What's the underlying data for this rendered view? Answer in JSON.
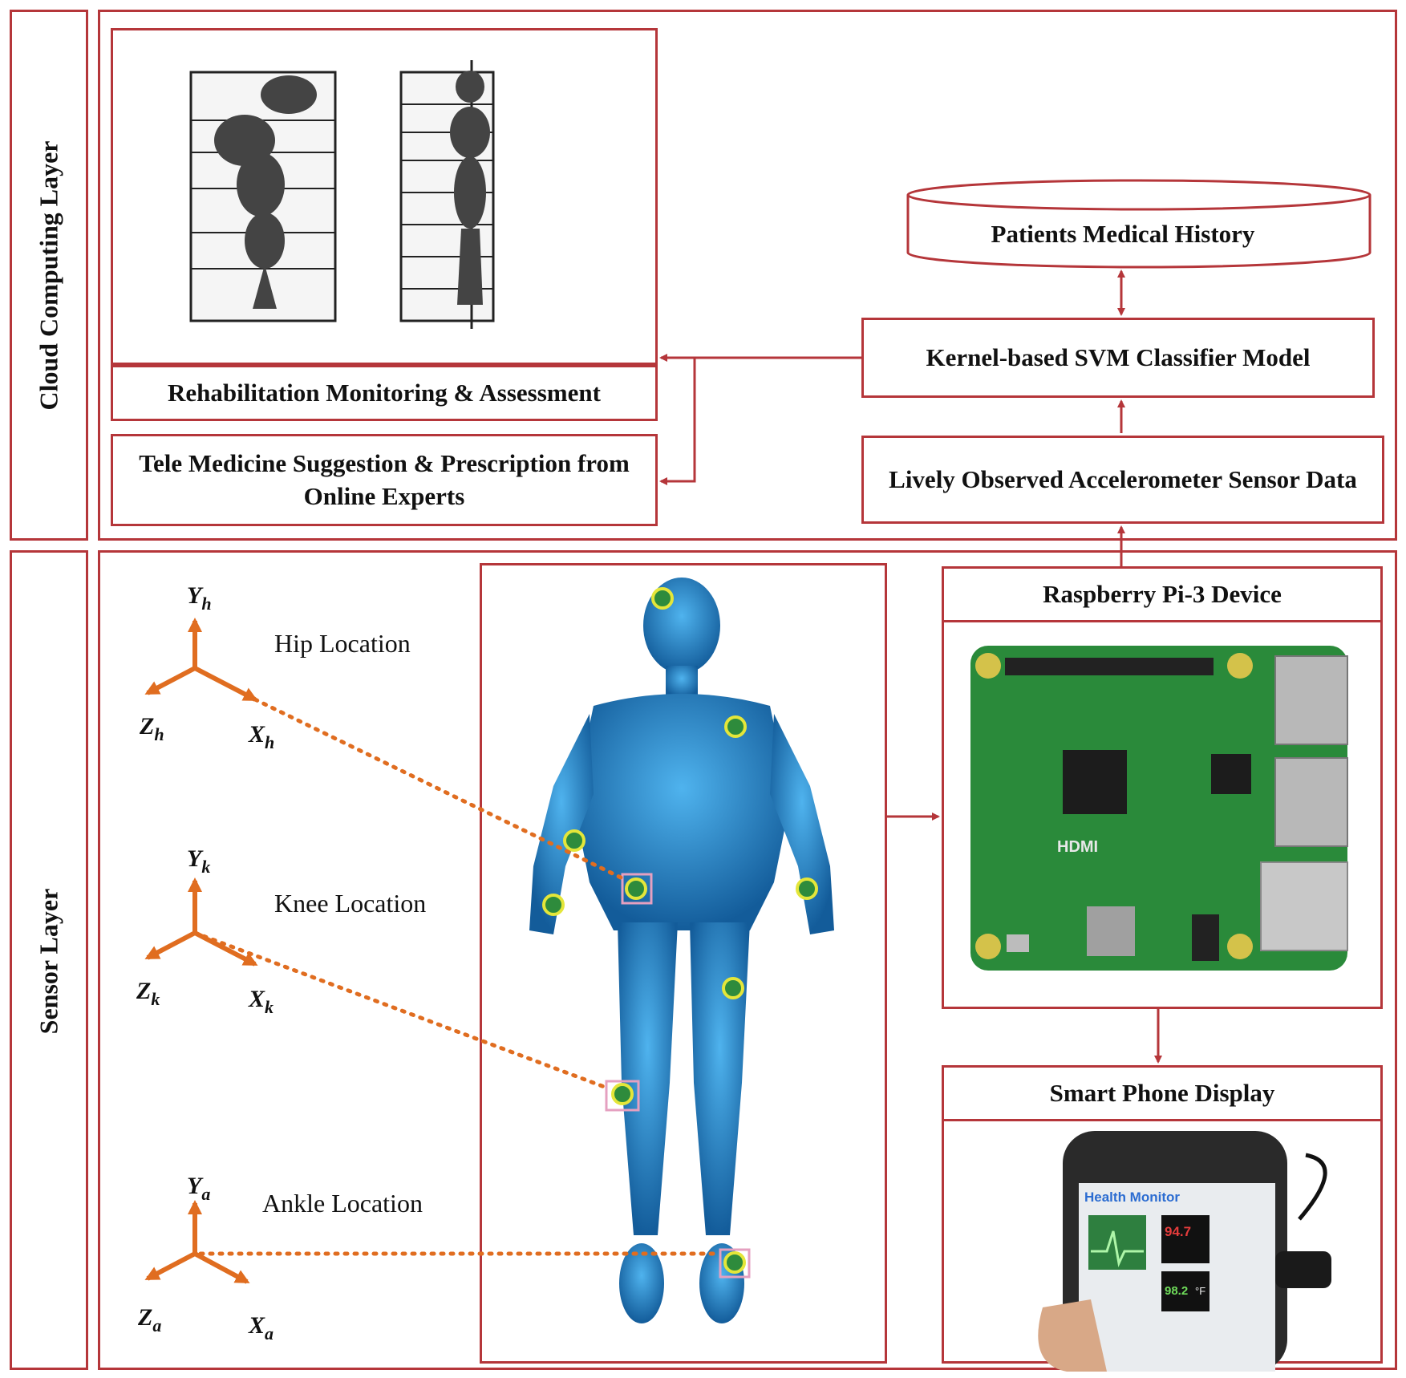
{
  "layers": {
    "cloud": "Cloud Computing Layer",
    "sensor": "Sensor Layer"
  },
  "cloud": {
    "database": "Patients Medical History",
    "classifier": "Kernel-based SVM Classifier Model",
    "sensor_data": "Lively Observed Accelerometer Sensor Data",
    "rehab": "Rehabilitation Monitoring & Assessment",
    "telemedicine": "Tele Medicine Suggestion & Prescription from Online Experts"
  },
  "sensor": {
    "device": "Raspberry Pi-3 Device",
    "display": "Smart Phone Display",
    "locations": {
      "hip": "Hip Location",
      "knee": "Knee Location",
      "ankle": "Ankle Location"
    },
    "axes": {
      "hip": {
        "x": "X",
        "y": "Y",
        "z": "Z",
        "sub": "h"
      },
      "knee": {
        "x": "X",
        "y": "Y",
        "z": "Z",
        "sub": "k"
      },
      "ankle": {
        "x": "X",
        "y": "Y",
        "z": "Z",
        "sub": "a"
      }
    }
  },
  "phone": {
    "app_title": "Health Monitor",
    "reading_1": "94.7",
    "reading_2": "98.2",
    "unit": "°F"
  },
  "board": {
    "hdmi": "HDMI"
  },
  "colors": {
    "frame": "#b5363a",
    "axis": "#e06d20",
    "body": "#1f7fc4",
    "board": "#2a8a3a"
  }
}
